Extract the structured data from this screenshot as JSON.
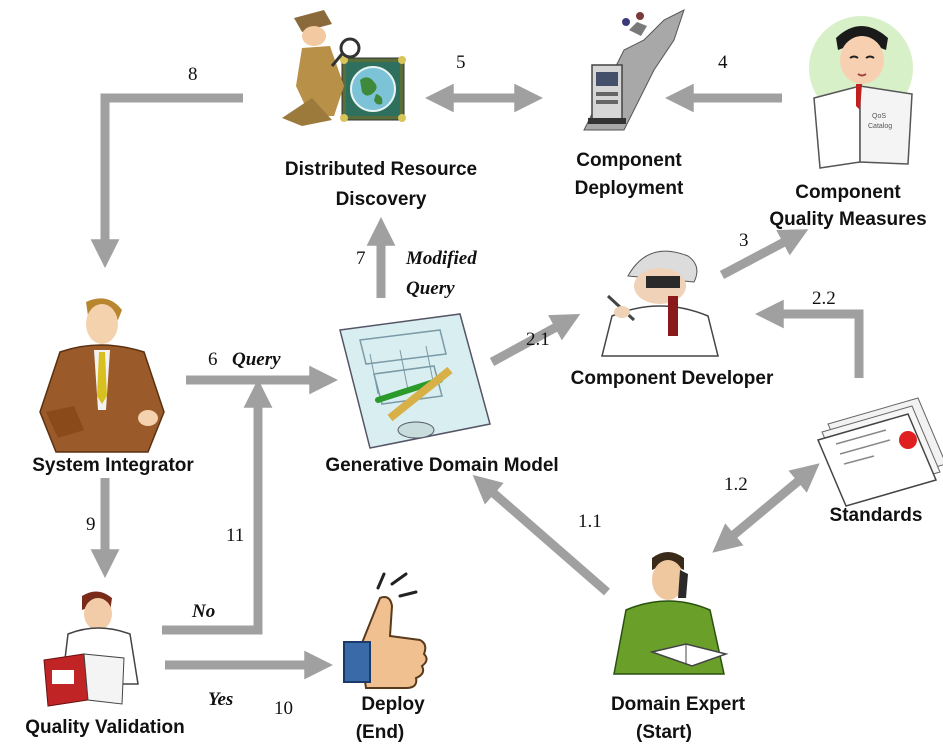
{
  "colors": {
    "arrow": "#a0a0a0",
    "text": "#111111"
  },
  "nodes": {
    "resource_discovery": {
      "label_line1": "Distributed Resource",
      "label_line2": "Discovery",
      "icon": "detective-globe-icon"
    },
    "component_deployment": {
      "label_line1": "Component",
      "label_line2": "Deployment",
      "icon": "server-cliff-icon"
    },
    "quality_measures": {
      "label_line1": "Component",
      "label_line2": "Quality Measures",
      "icon": "man-reading-catalog-icon"
    },
    "system_integrator": {
      "label": "System Integrator",
      "icon": "businessman-icon"
    },
    "generative_model": {
      "label": "Generative Domain Model",
      "icon": "blueprint-icon"
    },
    "component_developer": {
      "label": "Component Developer",
      "icon": "engineer-icon"
    },
    "standards": {
      "label": "Standards",
      "icon": "certificate-documents-icon"
    },
    "quality_validation": {
      "label": "Quality Validation",
      "icon": "reader-book-icon"
    },
    "deploy": {
      "label_line1": "Deploy",
      "label_line2": "(End)",
      "icon": "thumbs-up-icon"
    },
    "domain_expert": {
      "label_line1": "Domain Expert",
      "label_line2": "(Start)",
      "icon": "man-on-phone-icon"
    }
  },
  "edges": {
    "e8": "8",
    "e5": "5",
    "e4": "4",
    "e3": "3",
    "e7": "7",
    "e7_word1": "Modified",
    "e7_word2": "Query",
    "e6": "6",
    "e6_word": "Query",
    "e2_1": "2.1",
    "e2_2": "2.2",
    "e1_2": "1.2",
    "e1_1": "1.1",
    "e9": "9",
    "e11": "11",
    "no_word": "No",
    "yes_word": "Yes",
    "e10": "10"
  }
}
